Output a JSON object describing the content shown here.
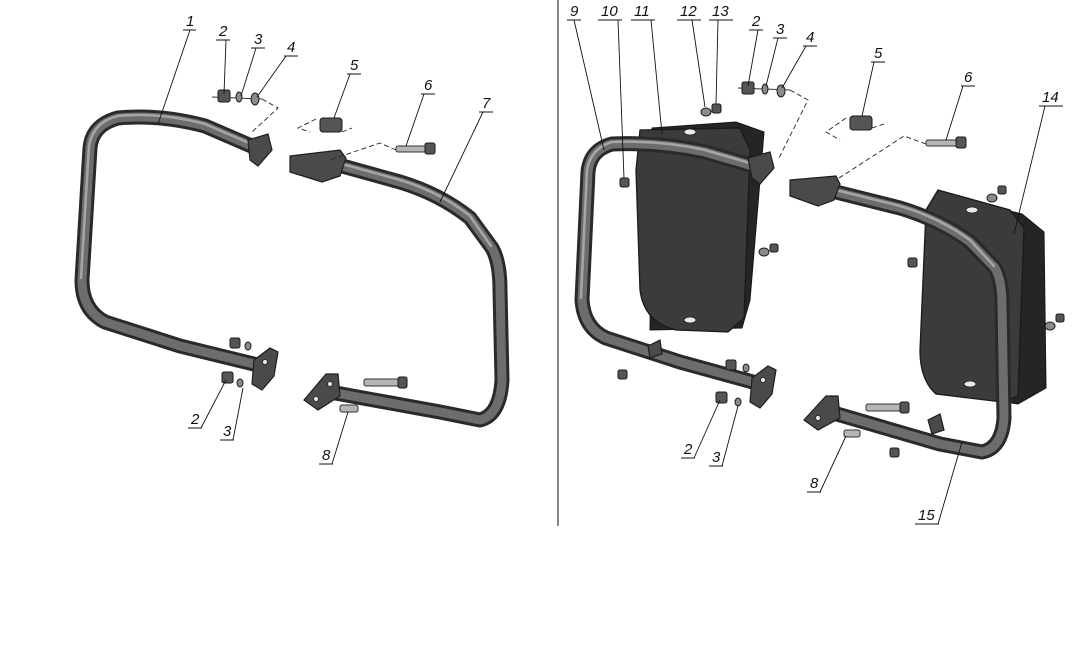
{
  "left_view": {
    "callouts": [
      {
        "id": "l1",
        "text": "1"
      },
      {
        "id": "l2",
        "text": "2"
      },
      {
        "id": "l3",
        "text": "3"
      },
      {
        "id": "l4",
        "text": "4"
      },
      {
        "id": "l5",
        "text": "5"
      },
      {
        "id": "l6",
        "text": "6"
      },
      {
        "id": "l7",
        "text": "7"
      },
      {
        "id": "l2b",
        "text": "2"
      },
      {
        "id": "l3b",
        "text": "3"
      },
      {
        "id": "l8",
        "text": "8"
      }
    ]
  },
  "right_view": {
    "callouts": [
      {
        "id": "r9",
        "text": "9"
      },
      {
        "id": "r10",
        "text": "10"
      },
      {
        "id": "r11",
        "text": "11"
      },
      {
        "id": "r12",
        "text": "12"
      },
      {
        "id": "r13",
        "text": "13"
      },
      {
        "id": "r2",
        "text": "2"
      },
      {
        "id": "r3",
        "text": "3"
      },
      {
        "id": "r4",
        "text": "4"
      },
      {
        "id": "r5",
        "text": "5"
      },
      {
        "id": "r6",
        "text": "6"
      },
      {
        "id": "r14",
        "text": "14"
      },
      {
        "id": "r2b",
        "text": "2"
      },
      {
        "id": "r3b",
        "text": "3"
      },
      {
        "id": "r8",
        "text": "8"
      },
      {
        "id": "r15",
        "text": "15"
      }
    ]
  },
  "colors": {
    "background": "#ffffff",
    "metal": "#4a4a4a",
    "line": "#111111"
  }
}
